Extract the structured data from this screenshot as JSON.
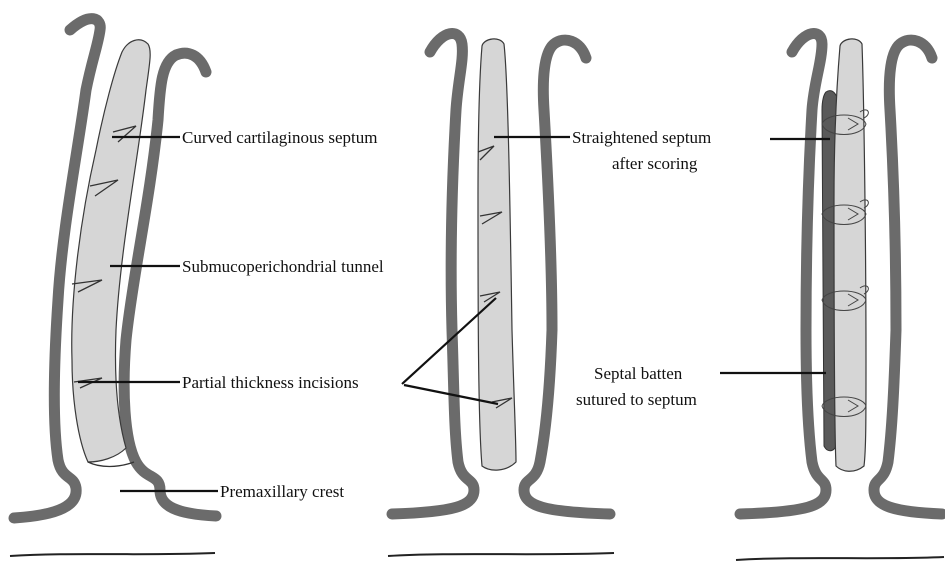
{
  "colors": {
    "mucosa": "#6b6b6b",
    "cartilage": "#d6d6d6",
    "batten": "#5a5a5a"
  },
  "labels": {
    "curved_septum": "Curved cartilaginous septum",
    "tunnel": "Submucoperichondrial tunnel",
    "incisions": "Partial thickness incisions",
    "crest": "Premaxillary crest",
    "straightened_line1": "Straightened septum",
    "straightened_line2": "after scoring",
    "batten_line1": "Septal batten",
    "batten_line2": "sutured to septum"
  }
}
